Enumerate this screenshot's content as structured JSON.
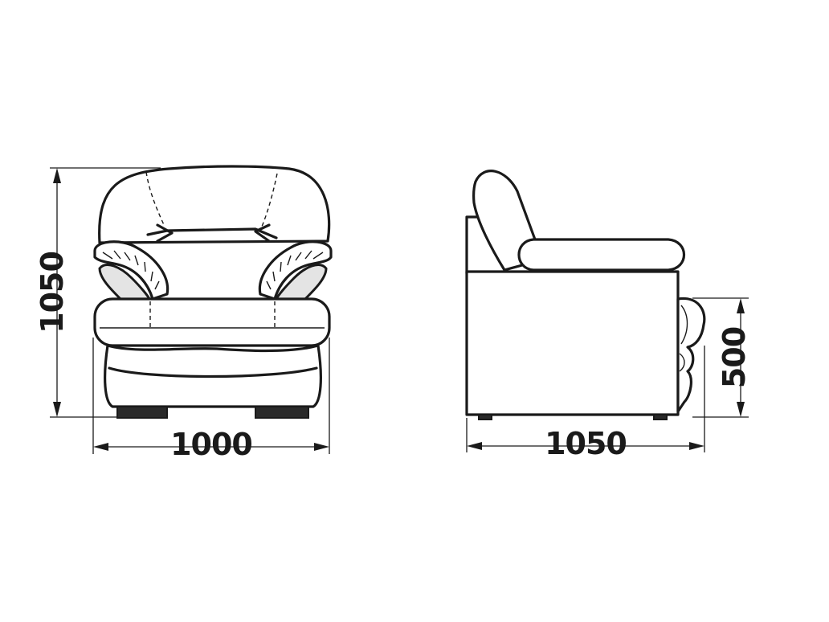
{
  "dimensions": {
    "front_width": "1000",
    "front_height": "1050",
    "side_depth": "1050",
    "seat_height": "500"
  }
}
